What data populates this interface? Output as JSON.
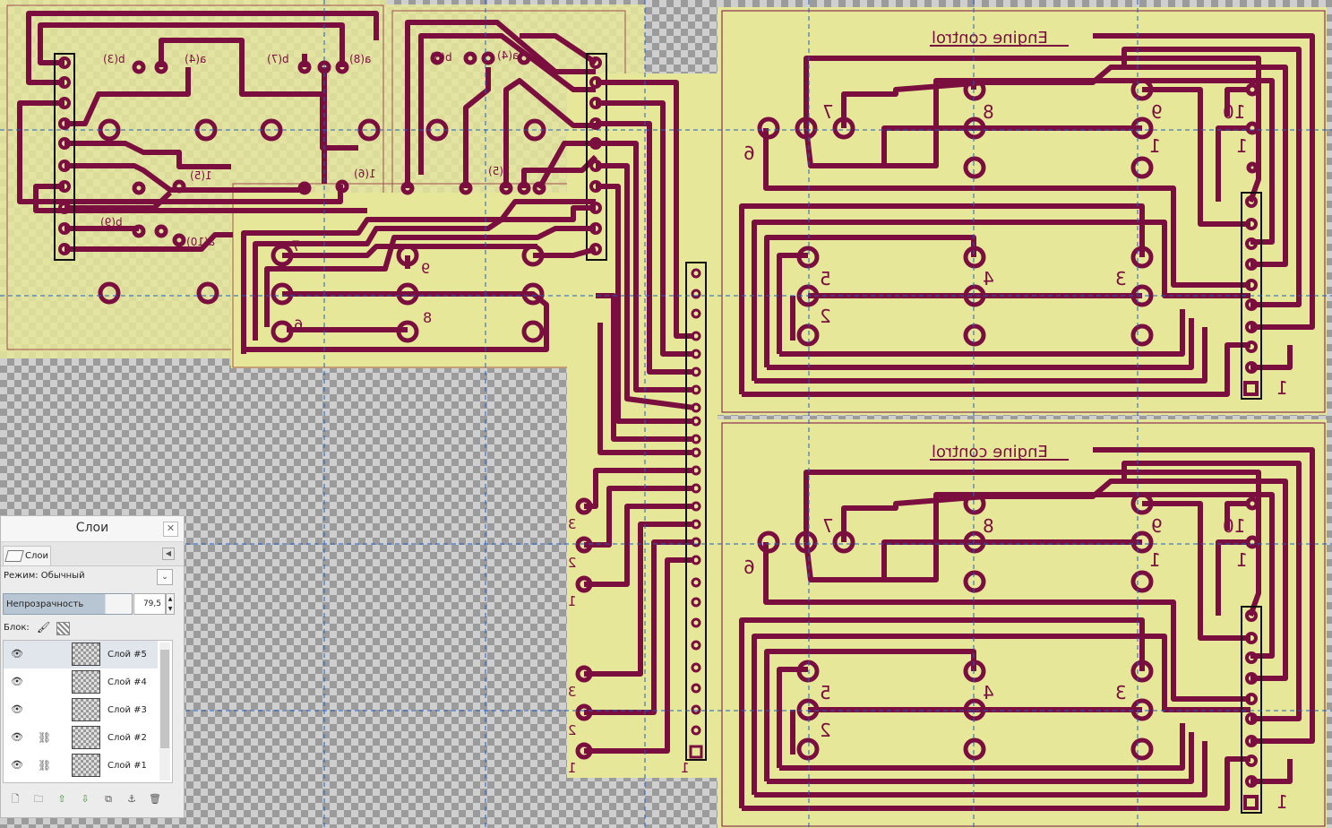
{
  "pcb_colors": {
    "board": "#e7e79a",
    "copper": "#7a0f3f",
    "guide": "#1e5fbf"
  },
  "pcb_labels": {
    "top_left": {
      "l_b3": "b(3)",
      "l_a4": "a(4)",
      "l_b7": "b(7)",
      "l_a8": "a(8)",
      "l_b3b": "b(3)",
      "l_a4b": "a(4)",
      "l_15": "1(5)",
      "l_16": "1(6)",
      "l_15b": "1(5)",
      "l_b9": "b(9)",
      "l_a10": "a(10)"
    },
    "middle": {
      "n7": "7",
      "n9": "9",
      "n6": "6",
      "n8": "8"
    },
    "strip": {
      "s3a": "3",
      "s2a": "2",
      "s1a": "1",
      "s3b": "3",
      "s2b": "2",
      "s1b": "1",
      "s1c": "1"
    },
    "board_top": {
      "title": "Engine control",
      "n7": "7",
      "n8": "8",
      "n9": "9",
      "n10": "10",
      "n6": "6",
      "n1a": "1",
      "n1b": "1",
      "n5": "5",
      "n4": "4",
      "n3": "3",
      "n2": "2",
      "n1c": "1"
    },
    "board_bottom": {
      "title": "Engine control",
      "n7": "7",
      "n8": "8",
      "n9": "9",
      "n10": "10",
      "n6": "6",
      "n1a": "1",
      "n1b": "1",
      "n5": "5",
      "n4": "4",
      "n3": "3",
      "n2": "2",
      "n1c": "1"
    }
  },
  "layers_panel": {
    "title": "Слои",
    "close_icon": "close-icon",
    "tab_label": "Слои",
    "mode_label": "Режим:",
    "mode_value": "Обычный",
    "opacity_label": "Непрозрачность",
    "opacity_value": "79,5",
    "opacity_fraction": 0.795,
    "lock_label": "Блок:",
    "layers": [
      {
        "name": "Слой #5",
        "visible": true,
        "linked": false,
        "selected": true
      },
      {
        "name": "Слой #4",
        "visible": true,
        "linked": false,
        "selected": false
      },
      {
        "name": "Слой #3",
        "visible": true,
        "linked": false,
        "selected": false
      },
      {
        "name": "Слой #2",
        "visible": true,
        "linked": true,
        "selected": false
      },
      {
        "name": "Слой #1",
        "visible": true,
        "linked": true,
        "selected": false
      }
    ]
  }
}
